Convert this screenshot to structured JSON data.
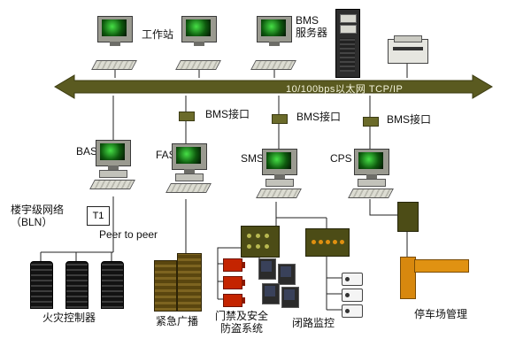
{
  "diagram": {
    "top": {
      "workstation_label": "工作站",
      "bms_server_label_line1": "BMS",
      "bms_server_label_line2": "服务器",
      "ethernet_label": "10/100bps以太网  TCP/IP"
    },
    "interfaces": {
      "bms_interface_label": "BMS接口"
    },
    "subsystems": {
      "bas": "BAS",
      "fas": "FAS",
      "sms": "SMS",
      "cps": "CPS"
    },
    "left": {
      "bln_line1": "楼宇级网络",
      "bln_line2": "（BLN）",
      "t1": "T1",
      "peer": "Peer to peer"
    },
    "bottom": {
      "fire_controller": "火灾控制器",
      "emergency_broadcast": "紧急广播",
      "access_line1": "门禁及安全",
      "access_line2": "防盗系统",
      "cctv": "闭路监控",
      "parking": "停车场管理"
    },
    "colors": {
      "bus_olive": "#5a5a20",
      "interface_olive": "#6b6b2a",
      "barrier_orange": "#e09212",
      "alarm_red": "#c42400"
    }
  }
}
